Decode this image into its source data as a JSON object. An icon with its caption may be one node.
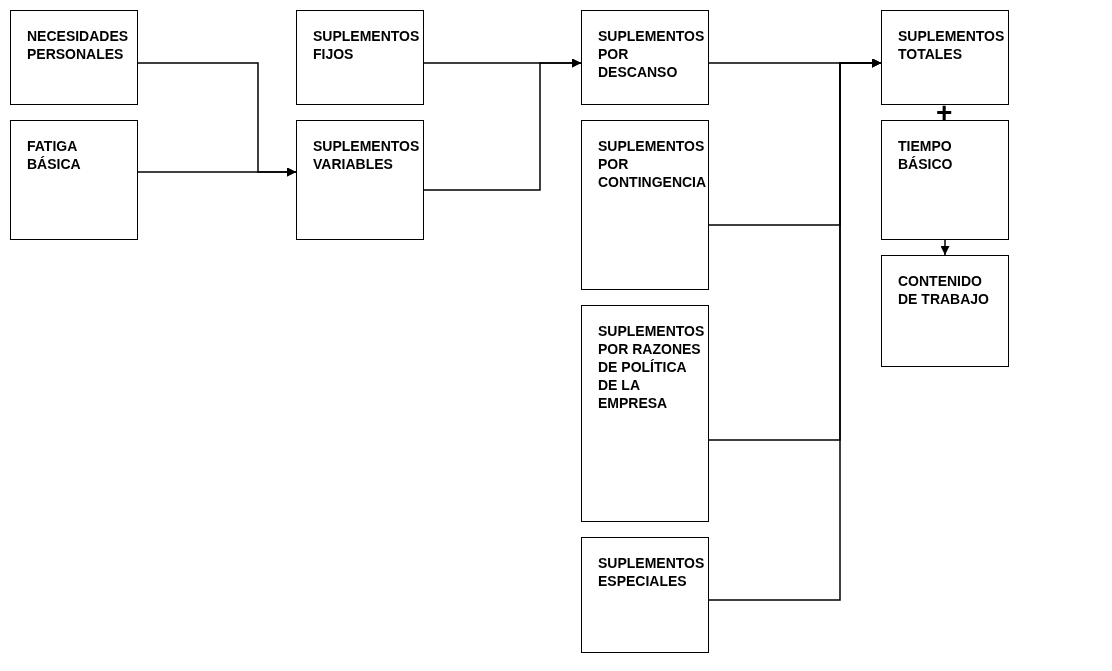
{
  "diagram": {
    "nodes": [
      {
        "text": [
          "NECESIDADES PERSONALES"
        ]
      },
      {
        "text": [
          "FATIGA BÁSICA"
        ]
      },
      {
        "text": [
          "SUPLEMENTOS FIJOS"
        ]
      },
      {
        "text": [
          "SUPLEMENTOS VARIABLES"
        ]
      },
      {
        "text": [
          "SUPLEMENTOS POR DESCANSO"
        ]
      },
      {
        "text": [
          "SUPLEMENTOS POR CONTINGENCIA"
        ]
      },
      {
        "text": [
          "SUPLEMENTOS POR RAZONES DE POLÍTICA DE LA EMPRESA"
        ]
      },
      {
        "text": [
          "SUPLEMENTOS ESPECIALES"
        ]
      },
      {
        "text": [
          "SUPLEMENTOS TOTALES"
        ]
      },
      {
        "text": [
          "TIEMPO BÁSICO"
        ]
      },
      {
        "text": [
          "CONTENIDO DE TRABAJO"
        ]
      }
    ],
    "edges": [
      {
        "from": 0,
        "to": 3,
        "arrow": "to"
      },
      {
        "from": 1,
        "to": 3,
        "arrow": "to"
      },
      {
        "from": 2,
        "to": 4,
        "arrow": "to"
      },
      {
        "from": 3,
        "to": 4,
        "arrow": "to"
      },
      {
        "from": 4,
        "to": 8,
        "arrow": "to"
      },
      {
        "from": 5,
        "to": 8,
        "arrow": "to"
      },
      {
        "from": 6,
        "to": 8,
        "arrow": "to"
      },
      {
        "from": 7,
        "to": 8,
        "arrow": "to"
      },
      {
        "from": 9,
        "to": 10,
        "arrow": "to"
      }
    ],
    "labels": [
      "+"
    ]
  }
}
